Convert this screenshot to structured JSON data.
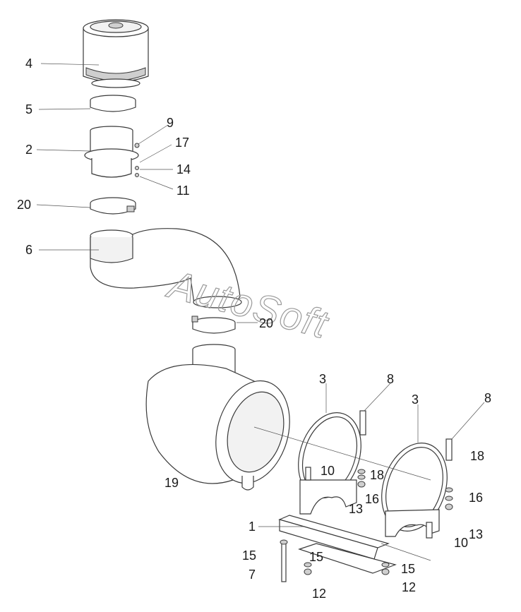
{
  "watermark": "AutoSoft",
  "callouts": [
    {
      "id": "c4",
      "text": "4"
    },
    {
      "id": "c5",
      "text": "5"
    },
    {
      "id": "c9",
      "text": "9"
    },
    {
      "id": "c2",
      "text": "2"
    },
    {
      "id": "c17",
      "text": "17"
    },
    {
      "id": "c14",
      "text": "14"
    },
    {
      "id": "c11",
      "text": "11"
    },
    {
      "id": "c20a",
      "text": "20"
    },
    {
      "id": "c6",
      "text": "6"
    },
    {
      "id": "c20b",
      "text": "20"
    },
    {
      "id": "c3a",
      "text": "3"
    },
    {
      "id": "c8a",
      "text": "8"
    },
    {
      "id": "c3b",
      "text": "3"
    },
    {
      "id": "c8b",
      "text": "8"
    },
    {
      "id": "c10a",
      "text": "10"
    },
    {
      "id": "c18a",
      "text": "18"
    },
    {
      "id": "c18b",
      "text": "18"
    },
    {
      "id": "c19",
      "text": "19"
    },
    {
      "id": "c13a",
      "text": "13"
    },
    {
      "id": "c16a",
      "text": "16"
    },
    {
      "id": "c16b",
      "text": "16"
    },
    {
      "id": "c1",
      "text": "1"
    },
    {
      "id": "c13b",
      "text": "13"
    },
    {
      "id": "c10b",
      "text": "10"
    },
    {
      "id": "c15a",
      "text": "15"
    },
    {
      "id": "c15b",
      "text": "15"
    },
    {
      "id": "c15c",
      "text": "15"
    },
    {
      "id": "c7",
      "text": "7"
    },
    {
      "id": "c12a",
      "text": "12"
    },
    {
      "id": "c12b",
      "text": "12"
    }
  ]
}
